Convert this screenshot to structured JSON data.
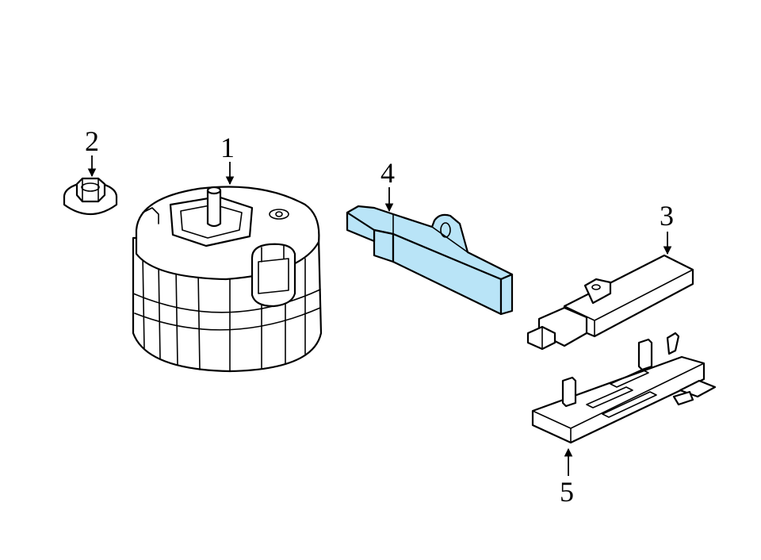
{
  "diagram": {
    "callouts": [
      {
        "id": "1",
        "label": "1"
      },
      {
        "id": "2",
        "label": "2"
      },
      {
        "id": "3",
        "label": "3"
      },
      {
        "id": "4",
        "label": "4"
      },
      {
        "id": "5",
        "label": "5"
      }
    ],
    "colors": {
      "line": "#000000",
      "highlight": "#b9e4f7",
      "background": "#ffffff"
    }
  }
}
